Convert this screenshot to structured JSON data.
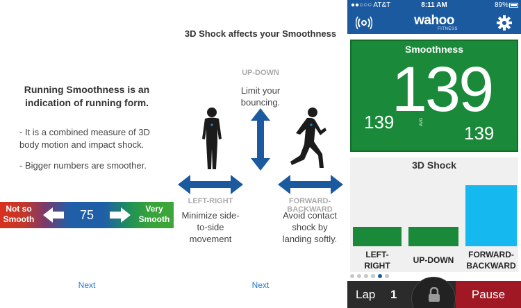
{
  "panel1": {
    "heading": "Running Smoothness is an indication of running form.",
    "bullet1": "- It is a combined measure of 3D body motion and impact shock.",
    "bullet2": "- Bigger numbers are smoother.",
    "scale": {
      "left_label_line1": "Not so",
      "left_label_line2": "Smooth",
      "value": "75",
      "right_label_line1": "Very",
      "right_label_line2": "Smooth"
    },
    "next_label": "Next"
  },
  "panel2": {
    "title": "3D Shock affects your Smoothness",
    "updown": {
      "label": "UP-DOWN",
      "desc_line1": "Limit your",
      "desc_line2": "bouncing."
    },
    "leftright": {
      "label": "LEFT-RIGHT",
      "desc_line1": "Minimize side-",
      "desc_line2": "to-side",
      "desc_line3": "movement"
    },
    "fwdback": {
      "label": "FORWARD-BACKWARD",
      "desc_line1": "Avoid contact",
      "desc_line2": "shock by",
      "desc_line3": "landing softly."
    },
    "next_label": "Next"
  },
  "phone": {
    "status": {
      "carrier": "●●○○○ AT&T",
      "time": "8:11 AM",
      "battery": "89%"
    },
    "brand": "wahoo",
    "brand_sub": "FITNESS",
    "smoothness": {
      "title": "Smoothness",
      "current": "139",
      "avg": "139",
      "avg_label": "AVG",
      "right": "139"
    },
    "shock": {
      "title": "3D Shock",
      "bars": [
        {
          "label_line1": "LEFT-",
          "label_line2": "RIGHT",
          "level": 0.28,
          "color": "#1a8a3a"
        },
        {
          "label_line1": "UP-DOWN",
          "label_line2": "",
          "level": 0.28,
          "color": "#1a8a3a"
        },
        {
          "label_line1": "FORWARD-",
          "label_line2": "BACKWARD",
          "level": 0.88,
          "color": "#16b8f0"
        }
      ]
    },
    "page_dots": {
      "count": 6,
      "active": 4
    },
    "bottom": {
      "lap_label": "Lap",
      "lap_value": "1",
      "pause_label": "Pause"
    },
    "colors": {
      "brand_blue": "#1c5aa0",
      "green": "#1a8a3a",
      "cyan": "#16b8f0",
      "pause_red": "#a01824"
    }
  }
}
